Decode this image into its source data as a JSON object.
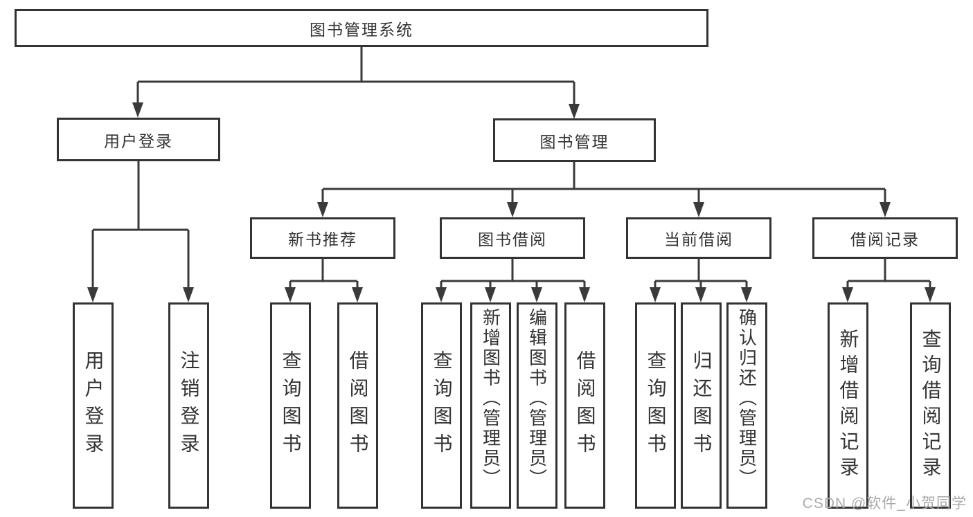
{
  "colors": {
    "line": "#3a3a3a",
    "box_border": "#333333",
    "text": "#333333",
    "watermark_text": "#aaaaaa",
    "background": "#ffffff"
  },
  "watermark": "CSDN @软件_小贺同学",
  "tree": {
    "root": "图书管理系统",
    "children": [
      {
        "label": "用户登录",
        "children": [
          "用户登录",
          "注销登录"
        ]
      },
      {
        "label": "图书管理",
        "children": [
          {
            "label": "新书推荐",
            "children": [
              "查询图书",
              "借阅图书"
            ]
          },
          {
            "label": "图书借阅",
            "children": [
              "查询图书",
              "新增图书（管理员）",
              "编辑图书（管理员）",
              "借阅图书"
            ]
          },
          {
            "label": "当前借阅",
            "children": [
              "查询图书",
              "归还图书",
              "确认归还（管理员）"
            ]
          },
          {
            "label": "借阅记录",
            "children": [
              "新增借阅记录",
              "查询借阅记录"
            ]
          }
        ]
      }
    ]
  }
}
